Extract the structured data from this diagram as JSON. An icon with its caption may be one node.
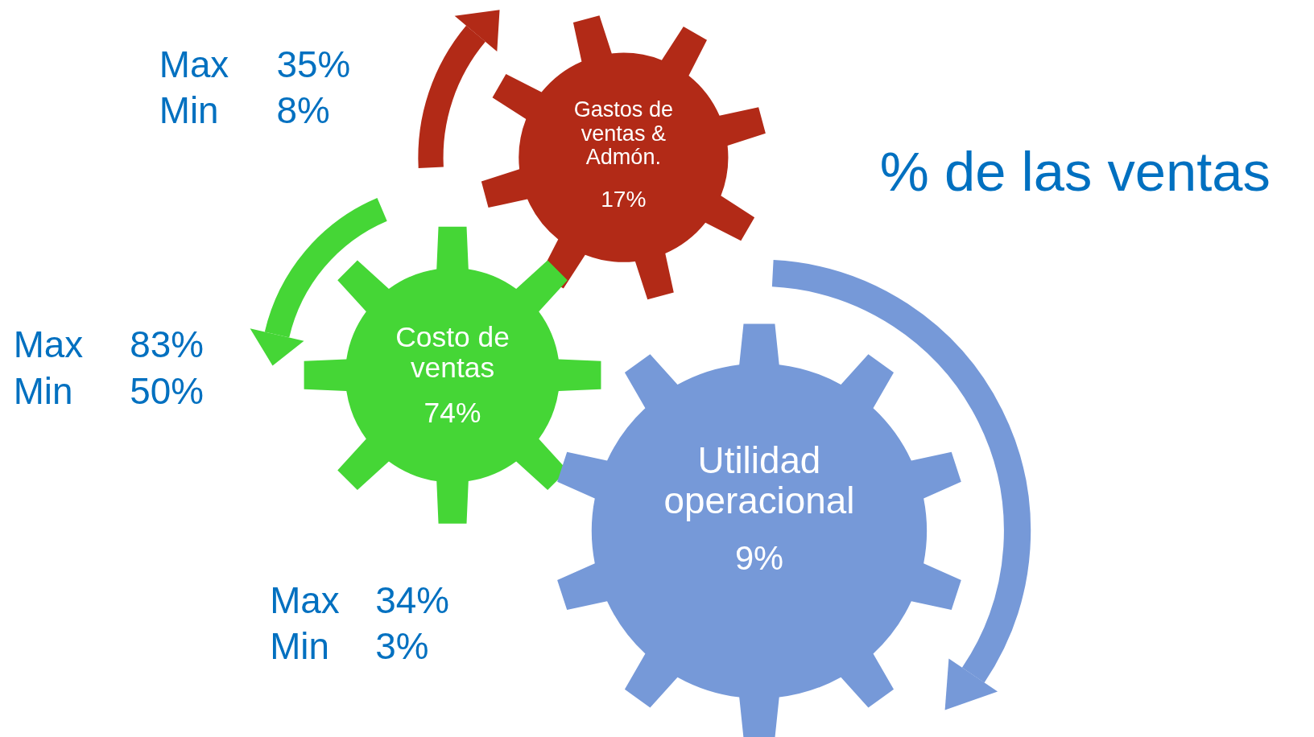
{
  "diagram": {
    "title": "% de las ventas",
    "nodes": [
      {
        "text": [
          "Gastos de ventas & Admón.",
          "17%"
        ]
      },
      {
        "text": [
          "Costo de ventas",
          "74%"
        ]
      },
      {
        "text": [
          "Utilidad operacional",
          "9%"
        ]
      }
    ],
    "labels": [
      "Max",
      "35%",
      "Min",
      "8%",
      "Max",
      "83%",
      "Min",
      "50%",
      "Max",
      "34%",
      "Min",
      "3%"
    ]
  }
}
